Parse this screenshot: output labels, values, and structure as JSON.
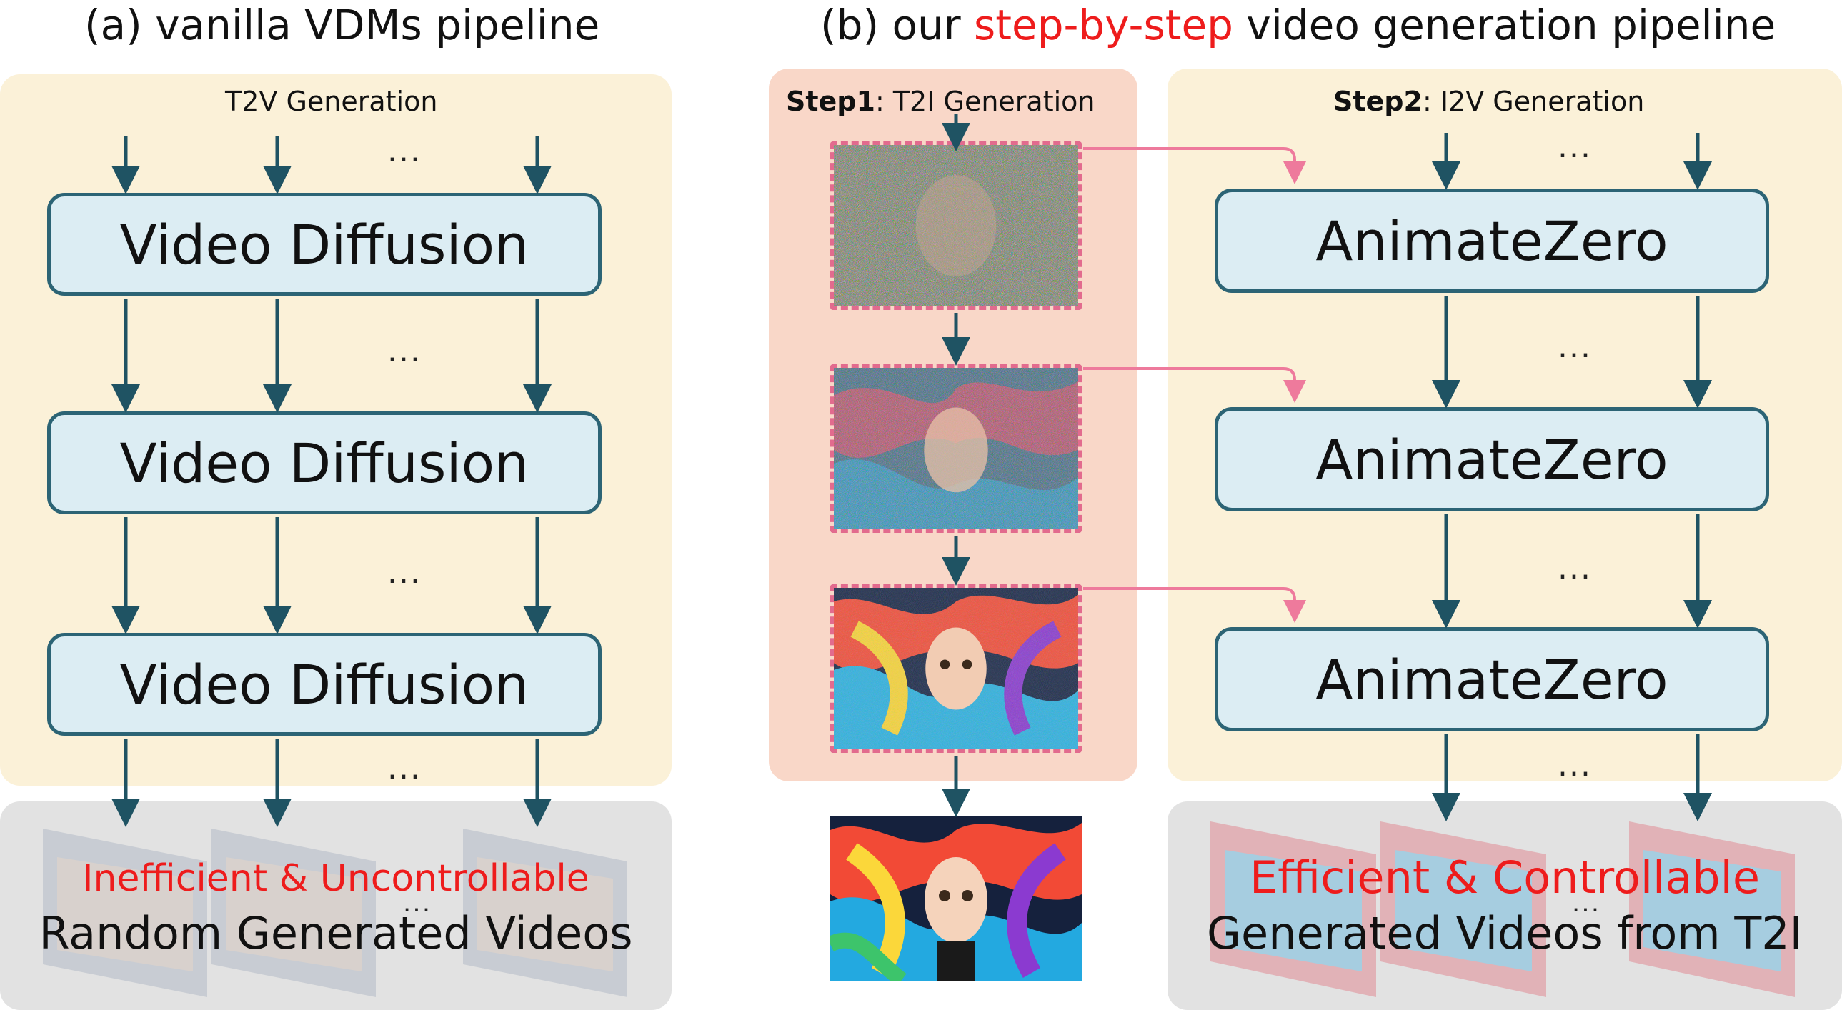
{
  "left": {
    "title": "(a)  vanilla VDMs pipeline",
    "input_label": "T2V Generation",
    "block_label": "Video Diffusion",
    "ellipsis": "...",
    "output_red": "Inefficient & Uncontrollable",
    "output_black": "Random Generated Videos"
  },
  "right": {
    "title_prefix": "(b)  our ",
    "title_highlight": "step-by-step",
    "title_suffix": " video generation pipeline",
    "step1_bold": "Step1",
    "step1_rest": ": T2I Generation",
    "step2_bold": "Step2",
    "step2_rest": ": I2V Generation",
    "block_label": "AnimateZero",
    "ellipsis": "...",
    "output_red": "Efficient & Controllable",
    "output_black": "Generated Videos from T2I"
  },
  "colors": {
    "panel_beige": "#fbf1d8",
    "panel_salmon": "#f9d7c8",
    "panel_gray": "#e2e2e2",
    "block_fill": "#dcedf3",
    "block_border": "#2c6475",
    "arrow_dark": "#1f5363",
    "arrow_pink": "#ee7a9c",
    "highlight_red": "#ee1c1c"
  }
}
